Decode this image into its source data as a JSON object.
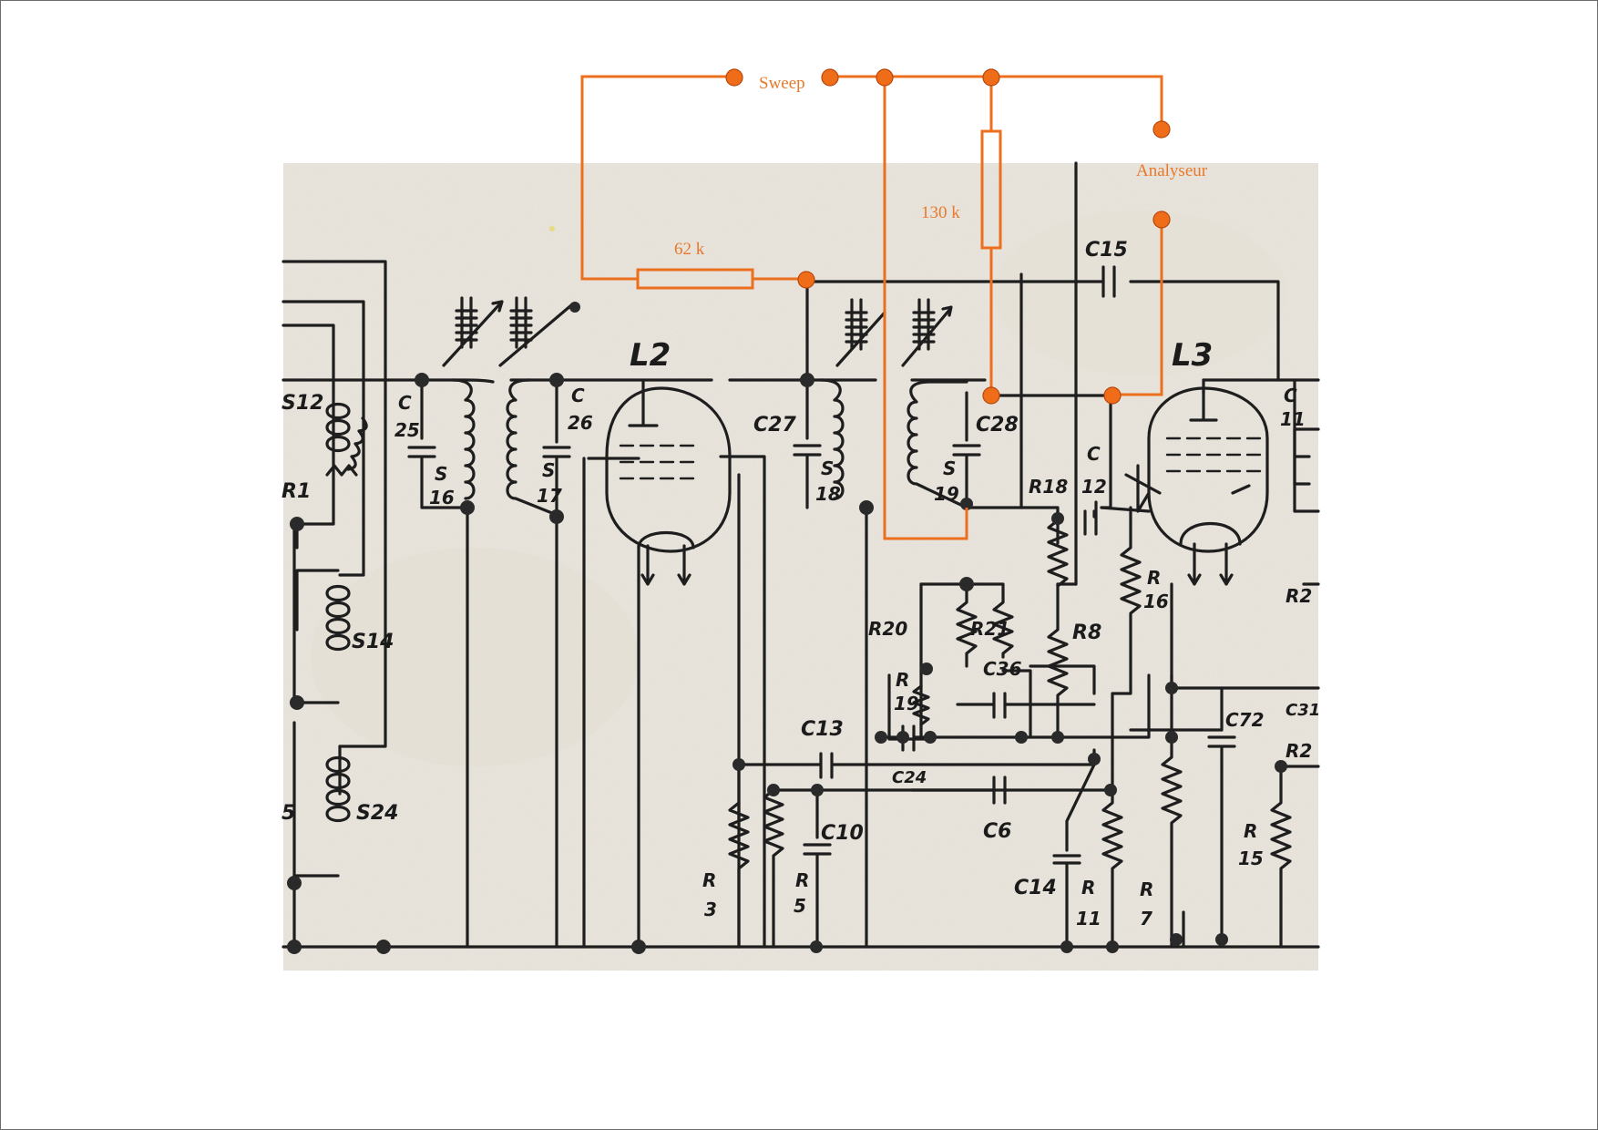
{
  "overlay": {
    "sweep_label": "Sweep",
    "analyseur_label": "Analyseur",
    "resistor_62k_label": "62 k",
    "resistor_130k_label": "130 k",
    "color": "#ec6f1e"
  },
  "schematic": {
    "tubes": {
      "l2": "L2",
      "l3": "L3"
    },
    "labels": {
      "s12": "S12",
      "r1": "R1",
      "s14": "S14",
      "s24": "S24",
      "s5": "5",
      "c25": "C",
      "c25n": "25",
      "s16a": "S",
      "s16b": "16",
      "c26": "C",
      "c26n": "26",
      "s17a": "S",
      "s17b": "17",
      "c27": "C27",
      "s18a": "S",
      "s18b": "18",
      "c28": "C28",
      "s19a": "S",
      "s19b": "19",
      "c15": "C15",
      "c12a": "C",
      "c12b": "12",
      "r18": "R18",
      "r20": "R20",
      "r21": "R21",
      "c36": "C36",
      "r8": "R8",
      "r16a": "R",
      "r16b": "16",
      "r19a": "R",
      "r19b": "19",
      "c13": "C13",
      "c24": "C24",
      "c10": "C10",
      "c6": "C6",
      "r3a": "R",
      "r3b": "3",
      "r5a": "R",
      "r5b": "5",
      "c14": "C14",
      "r11a": "R",
      "r11b": "11",
      "r7a": "R",
      "r7b": "7",
      "c72": "C72",
      "c11a": "C",
      "c11b": "11",
      "r2x": "R2",
      "r15a": "R",
      "r15b": "15",
      "c31": "C31",
      "r2y": "R2"
    }
  }
}
